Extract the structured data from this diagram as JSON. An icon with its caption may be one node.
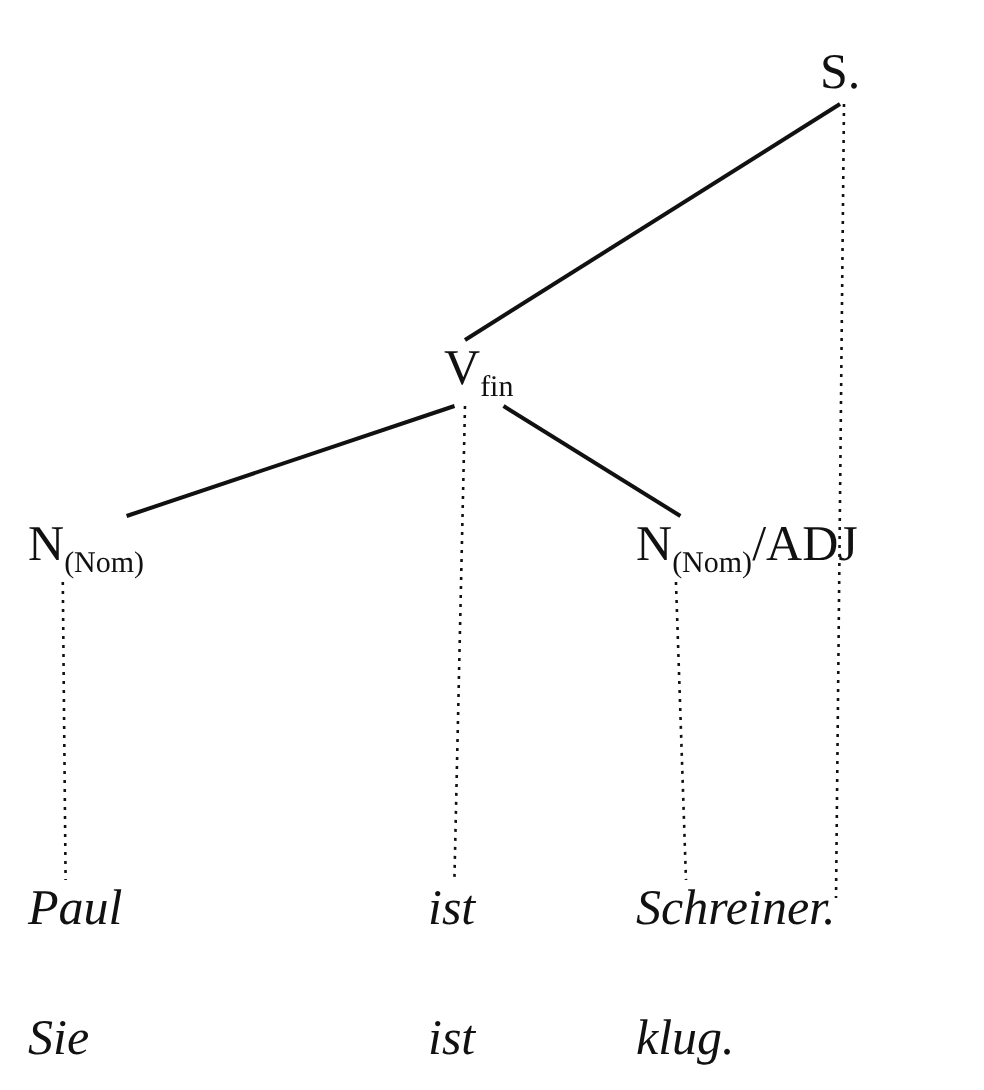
{
  "diagram": {
    "nodes": [
      {
        "text": [
          "S."
        ]
      },
      {
        "text": [
          "V$_{fin}$"
        ]
      },
      {
        "text": [
          "N$_{(Nom)}$"
        ]
      },
      {
        "text": [
          "N$_{(Nom)}$/ADJ"
        ]
      },
      {
        "text": [
          "Paul"
        ]
      },
      {
        "text": [
          "ist"
        ]
      },
      {
        "text": [
          "Schreiner."
        ]
      }
    ],
    "edges": [
      {
        "from": 0,
        "to": 1,
        "arrow": "none"
      },
      {
        "from": 1,
        "to": 2,
        "arrow": "none"
      },
      {
        "from": 1,
        "to": 3,
        "arrow": "none"
      },
      {
        "from": 0,
        "to": 6,
        "arrow": "none",
        "style": "dashed"
      },
      {
        "from": 1,
        "to": 5,
        "arrow": "none",
        "style": "dashed"
      },
      {
        "from": 2,
        "to": 4,
        "arrow": "none",
        "style": "dashed"
      },
      {
        "from": 3,
        "to": 6,
        "arrow": "none",
        "style": "dashed"
      }
    ],
    "labels": [
      "Sie",
      "ist",
      "klug."
    ]
  }
}
